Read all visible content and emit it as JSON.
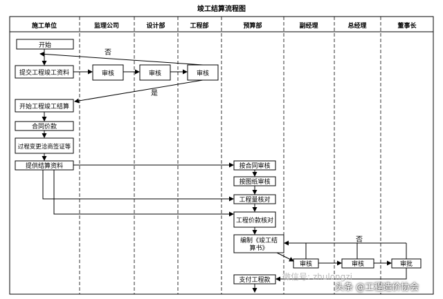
{
  "diagram": {
    "title": "竣工结算流程图",
    "lanes": [
      "施工单位",
      "监理公司",
      "设计部",
      "工程部",
      "预算部",
      "副经理",
      "总经理",
      "董事长"
    ],
    "nodes": {
      "start": "开始",
      "submit_docs": "提交工程竣工资料",
      "review_supervisor": "审核",
      "review_design": "审核",
      "review_engineering": "审核",
      "start_settlement": "开始工程竣工结算",
      "contract_price": "合同价款",
      "process_change": "过程变更洽商签证等",
      "provide_settlement": "提供结算资料",
      "review_contract": "按合同审核",
      "review_drawings": "按图纸审核",
      "check_quantity": "工程量核对",
      "check_price": "工程价款核对",
      "compile_book_line1": "编制《竣工结",
      "compile_book_line2": "算书》",
      "review_vp": "审核",
      "review_gm": "审核",
      "approve_chair": "审批",
      "pay": "支付工程款"
    },
    "edge_labels": {
      "reject_top": "否",
      "approve": "是",
      "reject_bottom": "否"
    }
  },
  "watermark": {
    "wechat": "微信号: zhulongzi",
    "toutiao": "头条 @工程造价协会"
  }
}
